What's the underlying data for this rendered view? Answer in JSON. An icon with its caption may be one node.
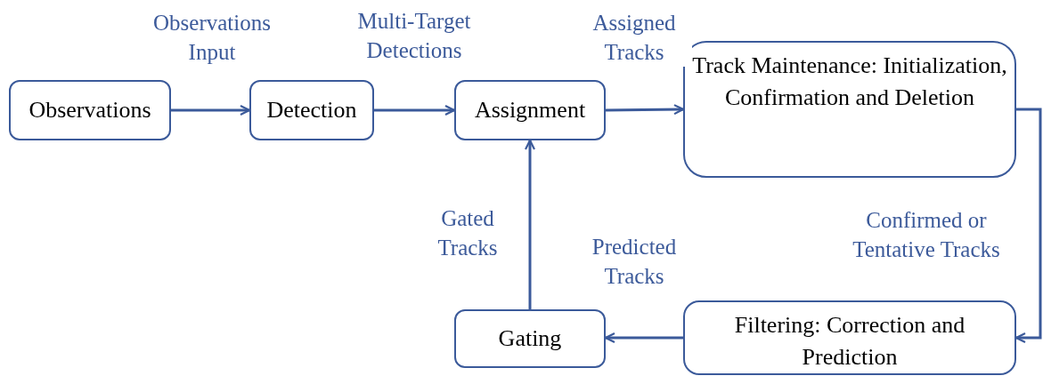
{
  "diagram": {
    "nodes": [
      {
        "text": [
          "Observations"
        ]
      },
      {
        "text": [
          "Detection"
        ]
      },
      {
        "text": [
          "Assignment"
        ]
      },
      {
        "text": [
          "Track Maintenance: Initialization, Confirmation and Deletion"
        ]
      },
      {
        "text": [
          "Filtering: Correction and Prediction"
        ]
      },
      {
        "text": [
          "Gating"
        ]
      }
    ],
    "edges": [
      {
        "from": 0,
        "to": 1,
        "arrow": "to",
        "label": "Observations Input"
      },
      {
        "from": 1,
        "to": 2,
        "arrow": "to",
        "label": "Multi-Target Detections"
      },
      {
        "from": 2,
        "to": 3,
        "arrow": "to",
        "label": "Assigned Tracks"
      },
      {
        "from": 3,
        "to": 4,
        "arrow": "to",
        "label": "Confirmed or Tentative Tracks"
      },
      {
        "from": 4,
        "to": 5,
        "arrow": "to",
        "label": "Predicted Tracks"
      },
      {
        "from": 5,
        "to": 2,
        "arrow": "to",
        "label": "Gated Tracks"
      }
    ]
  }
}
